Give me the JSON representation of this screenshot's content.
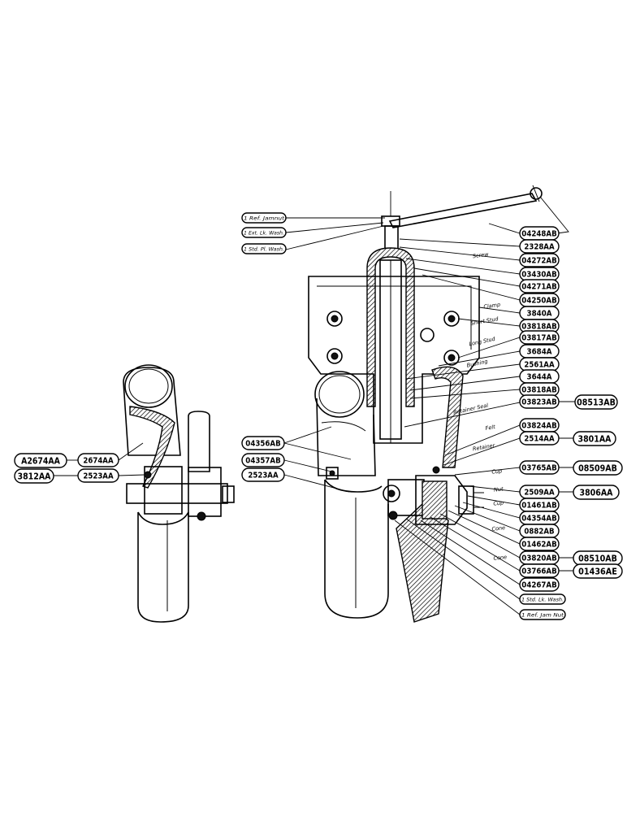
{
  "diagram": {
    "left_labels": [
      {
        "text": "A2674AA",
        "key": "l0"
      },
      {
        "text": "2674AA",
        "key": "l1"
      },
      {
        "text": "3812AA",
        "key": "l2"
      },
      {
        "text": "2523AA",
        "key": "l3"
      }
    ],
    "center_labels": [
      {
        "text": "04356AB",
        "key": "c0"
      },
      {
        "text": "04357AB",
        "key": "c1"
      },
      {
        "text": "2523AA",
        "key": "c2"
      }
    ],
    "top_small_labels": [
      {
        "text": "1 Ref. Jamnut",
        "key": "t0"
      },
      {
        "text": "1 Ext. Lk. Wash.",
        "key": "t1"
      },
      {
        "text": "1 Std. Pl. Wash.",
        "key": "t2"
      }
    ],
    "right_labels": [
      {
        "text": "04248AB",
        "key": "r0"
      },
      {
        "text": "2328AA",
        "key": "r1"
      },
      {
        "text": "04272AB",
        "key": "r2"
      },
      {
        "text": "03430AB",
        "key": "r3"
      },
      {
        "text": "04271AB",
        "key": "r4"
      },
      {
        "text": "04250AB",
        "key": "r5"
      },
      {
        "text": "3840A",
        "key": "r6"
      },
      {
        "text": "03818AB",
        "key": "r7"
      },
      {
        "text": "03817AB",
        "key": "r8"
      },
      {
        "text": "3684A",
        "key": "r9"
      },
      {
        "text": "2561AA",
        "key": "r10"
      },
      {
        "text": "3644A",
        "key": "r11"
      },
      {
        "text": "03818AB",
        "key": "r12"
      },
      {
        "text": "03823AB",
        "key": "r13"
      },
      {
        "text": "03824AB",
        "key": "r14"
      },
      {
        "text": "2514AA",
        "key": "r15"
      },
      {
        "text": "03765AB",
        "key": "r16"
      },
      {
        "text": "2509AA",
        "key": "r17"
      },
      {
        "text": "01461AB",
        "key": "r18"
      },
      {
        "text": "04354AB",
        "key": "r19"
      },
      {
        "text": "0882AB",
        "key": "r20"
      },
      {
        "text": "01462AB",
        "key": "r21"
      },
      {
        "text": "03820AB",
        "key": "r22"
      },
      {
        "text": "03766AB",
        "key": "r23"
      },
      {
        "text": "04267AB",
        "key": "r24"
      },
      {
        "text": "1 Std. Lk. Wash.",
        "key": "r25"
      },
      {
        "text": "1 Ref. Jam Nut",
        "key": "r26"
      }
    ],
    "far_right_labels": [
      {
        "text": "08513AB",
        "key": "f0"
      },
      {
        "text": "3801AA",
        "key": "f1"
      },
      {
        "text": "08509AB",
        "key": "f2"
      },
      {
        "text": "3806AA",
        "key": "f3"
      },
      {
        "text": "08510AB",
        "key": "f4"
      },
      {
        "text": "01436AE",
        "key": "f5"
      }
    ],
    "handwritten_notes": [
      {
        "text": "Screw",
        "key": "n0"
      },
      {
        "text": "Clamp",
        "key": "n1"
      },
      {
        "text": "Short Stud",
        "key": "n2"
      },
      {
        "text": "Long Stud",
        "key": "n3"
      },
      {
        "text": "Bushing",
        "key": "n4"
      },
      {
        "text": "Retainer Seal",
        "key": "n5"
      },
      {
        "text": "Felt",
        "key": "n6"
      },
      {
        "text": "Retainer",
        "key": "n7"
      },
      {
        "text": "Cup",
        "key": "n8"
      },
      {
        "text": "Nut",
        "key": "n9"
      },
      {
        "text": "Cup",
        "key": "n10"
      },
      {
        "text": "Cone",
        "key": "n11"
      },
      {
        "text": "Cone",
        "key": "n12"
      }
    ]
  }
}
